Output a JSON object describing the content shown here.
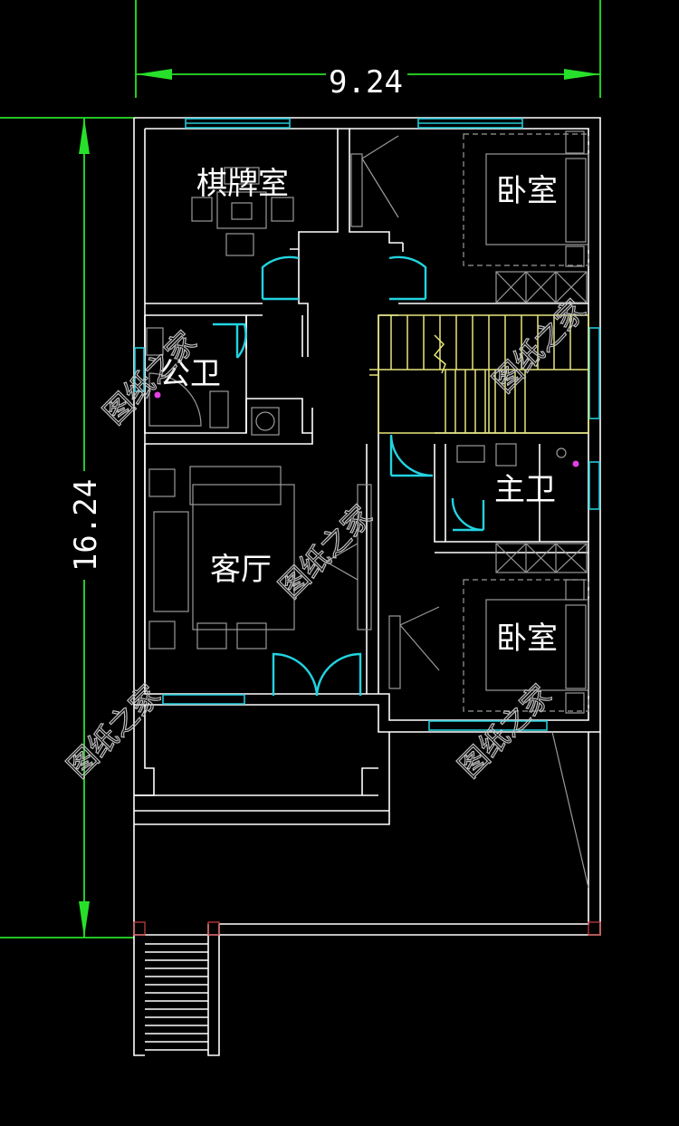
{
  "dimensions": {
    "width_label": "9.24",
    "depth_label": "16.24"
  },
  "rooms": {
    "chess_room": "棋牌室",
    "bedroom_top": "卧室",
    "public_bath": "公卫",
    "master_bath": "主卫",
    "living_room": "客厅",
    "bedroom_bottom": "卧室"
  },
  "watermark": "图纸之家",
  "colors": {
    "background": "#000000",
    "walls": "#ffffff",
    "dimension_lines": "#27e02a",
    "doors_windows": "#22d3e0",
    "stairs": "#e8e67a",
    "furniture": "#9a9a9a"
  }
}
